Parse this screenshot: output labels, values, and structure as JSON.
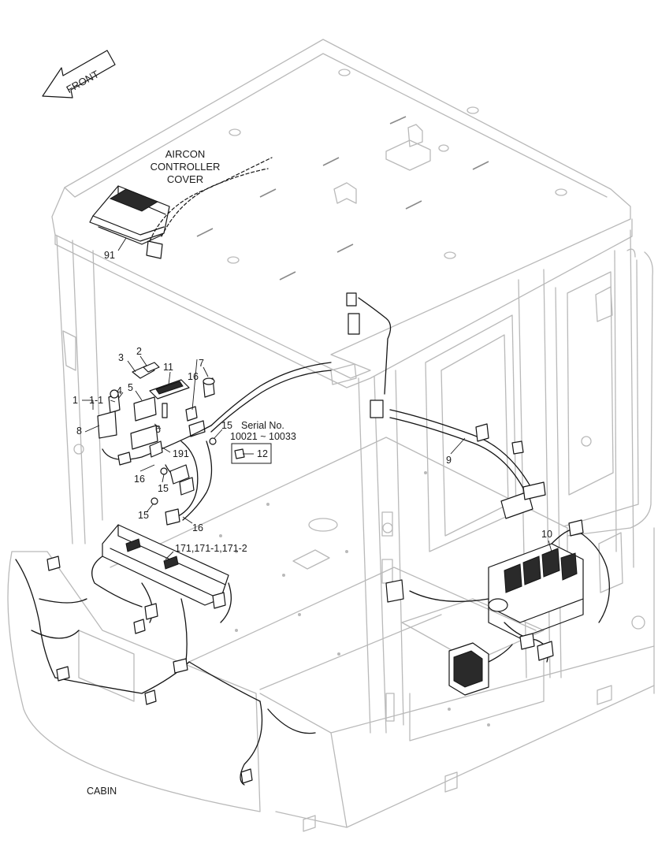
{
  "front_arrow": {
    "text": "FRONT"
  },
  "notes": {
    "aircon_line1": "AIRCON",
    "aircon_line2": "CONTROLLER",
    "aircon_line3": "COVER",
    "serial_line1": "Serial No.",
    "serial_line2": "10021 ~ 10033",
    "cabin": "CABIN"
  },
  "callouts": {
    "c91": "91",
    "c2": "2",
    "c3": "3",
    "c11": "11",
    "c7": "7",
    "c1": "1",
    "c1_1": "1-1",
    "c4": "4",
    "c5": "5",
    "c16a": "16",
    "c8": "8",
    "c6": "6",
    "c15a": "15",
    "c191": "191",
    "c12": "12",
    "c16b": "16",
    "c15b": "15",
    "c15c": "15",
    "c16c": "16",
    "c9": "9",
    "c171": "171,171-1,171-2",
    "c10": "10"
  },
  "colors": {
    "outline": "#b9b9b9",
    "part": "#151515",
    "text": "#1a1a1a"
  }
}
